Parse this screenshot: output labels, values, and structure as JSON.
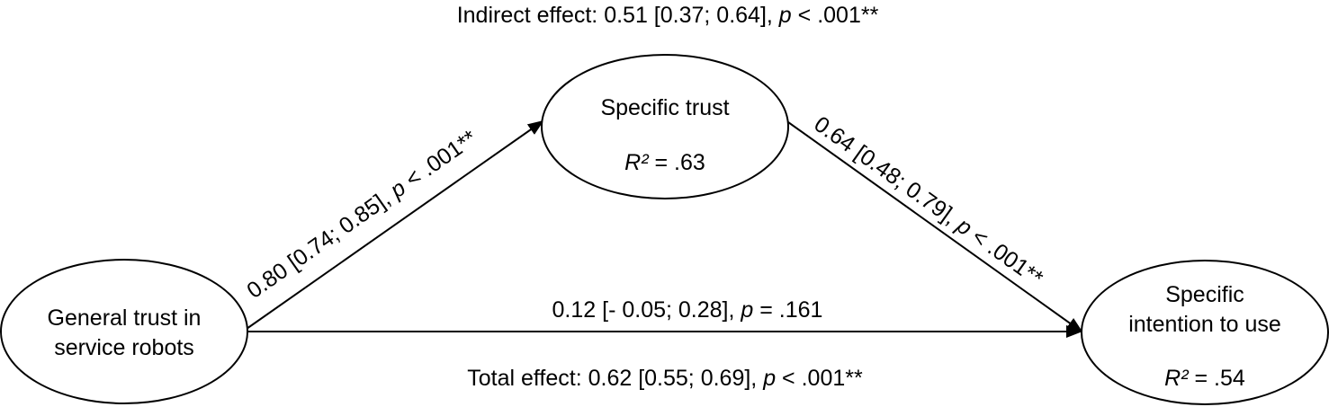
{
  "diagram": {
    "header": {
      "pre": "Indirect effect: 0.51 [0.37; 0.64], ",
      "p": "p",
      "post": " < .001**"
    },
    "footer": {
      "pre": "Total effect: 0.62 [0.55; 0.69], ",
      "p": "p",
      "post": " < .001**"
    },
    "nodes": {
      "general_trust": {
        "line1": "General trust in",
        "line2": "service robots"
      },
      "specific_trust": {
        "title": "Specific trust",
        "r2_label": "R²",
        "r2_value": " = .63"
      },
      "intention": {
        "line1": "Specific",
        "line2": "intention to use",
        "r2_label": "R²",
        "r2_value": " = .54"
      }
    },
    "edges": {
      "a_path": {
        "pre": "0.80 [0.74; 0.85], ",
        "p": "p",
        "post": " < .001**"
      },
      "b_path": {
        "pre": "0.64 [0.48; 0.79], ",
        "p": "p",
        "post": " < .001**"
      },
      "direct_path": {
        "pre": "0.12 [- 0.05; 0.28], ",
        "p": "p",
        "post": " = .161"
      }
    }
  }
}
